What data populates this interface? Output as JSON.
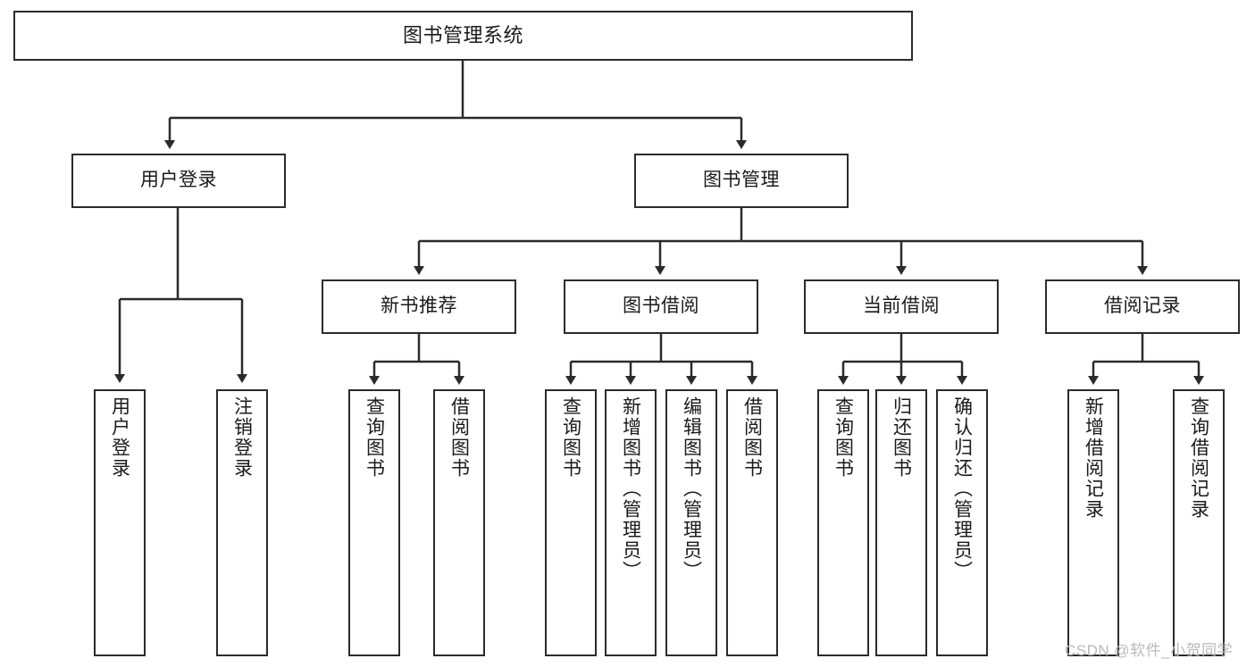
{
  "diagram": {
    "title": "图书管理系统",
    "type": "hierarchy-tree",
    "watermark": "CSDN @软件_小贺同学",
    "colors": {
      "stroke": "#2b2b2b",
      "fill": "#ffffff",
      "text": "#1a1a1a",
      "watermark": "#b9b9b9"
    },
    "nodes": {
      "root": "图书管理系统",
      "level2": [
        "用户登录",
        "图书管理"
      ],
      "level3": [
        "新书推荐",
        "图书借阅",
        "当前借阅",
        "借阅记录"
      ],
      "leaves": {
        "user_login": [
          "用户登录",
          "注销登录"
        ],
        "new_book_recommend": [
          "查询图书",
          "借阅图书"
        ],
        "book_borrow": [
          "查询图书",
          "新增图书（管理员）",
          "编辑图书（管理员）",
          "借阅图书"
        ],
        "current_borrow": [
          "查询图书",
          "归还图书",
          "确认归还（管理员）"
        ],
        "borrow_record": [
          "新增借阅记录",
          "查询借阅记录"
        ]
      }
    }
  }
}
